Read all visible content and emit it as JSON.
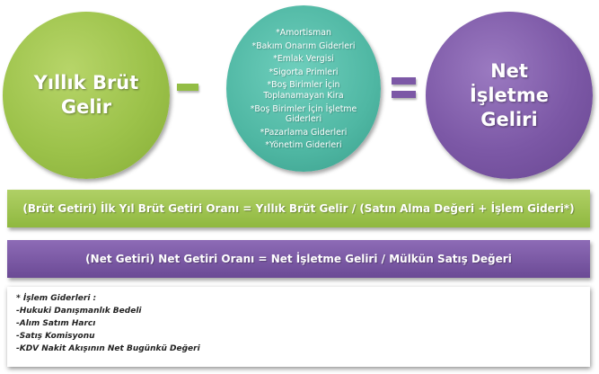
{
  "left_circle": {
    "lines": [
      "Yıllık Brüt",
      "Gelir"
    ]
  },
  "middle_circle": {
    "items": [
      "*Amortisman",
      "*Bakım Onarım Giderleri",
      "*Emlak Vergisi",
      "*Sigorta Primleri",
      "*Boş Birimler İçin Toplanamayan Kira",
      "*Boş Birimler İçin İşletme Giderleri",
      "*Pazarlama Giderleri",
      "*Yönetim Giderleri"
    ]
  },
  "right_circle": {
    "lines": [
      "Net",
      "İşletme",
      "Geliri"
    ]
  },
  "formula_gross": "(Brüt Getiri) İlk Yıl Brüt Getiri Oranı = Yıllık Brüt Gelir / (Satın Alma Değeri + İşlem Gideri*)",
  "formula_net": "(Net Getiri) Net Getiri Oranı = Net İşletme Geliri / Mülkün Satış Değeri",
  "notes": {
    "title": "* İşlem Giderleri :",
    "items": [
      "-Hukuki Danışmanlık Bedeli",
      "-Alım Satım Harcı",
      "-Satış Komisyonu",
      "-KDV Nakit Akışının Net Bugünkü Değeri"
    ]
  },
  "colors": {
    "green": "#9cc24a",
    "teal": "#4fb7a3",
    "purple": "#7c58a6"
  }
}
